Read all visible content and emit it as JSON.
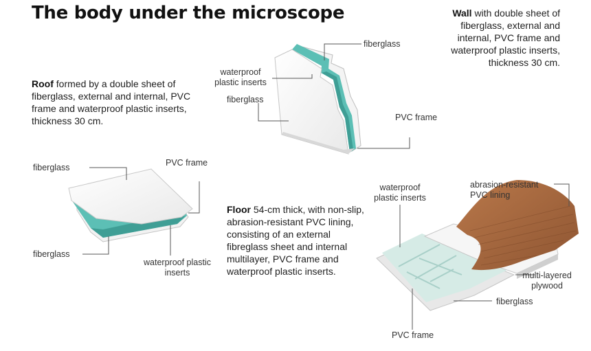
{
  "title": "The body under the microscope",
  "roof": {
    "heading": "Roof",
    "text": " formed by a double sheet of fiberglass, external and internal, PVC frame and waterproof plastic inserts, thickness 30 cm.",
    "labels": {
      "fiberglass_top": "fiberglass",
      "pvc_frame": "PVC frame",
      "fiberglass_bottom": "fiberglass",
      "waterproof_line1": "waterproof plastic",
      "waterproof_line2": "inserts"
    }
  },
  "wall": {
    "heading": "Wall",
    "text": " with double sheet of fiberglass, external and internal, PVC frame and waterproof plastic inserts, thickness 30 cm.",
    "labels": {
      "fiberglass_right": "fiberglass",
      "waterproof_line1": "waterproof",
      "waterproof_line2": "plastic inserts",
      "fiberglass_left": "fiberglass",
      "pvc_frame": "PVC frame"
    }
  },
  "floor": {
    "heading": "Floor",
    "text": " 54-cm thick, with non-slip, abrasion-resistant PVC lining, consisting of an external fibreglass sheet and internal multilayer, PVC frame and waterproof plastic inserts.",
    "labels": {
      "waterproof_line1": "waterproof",
      "waterproof_line2": "plastic inserts",
      "abrasion_line1": "abrasion-resistant",
      "abrasion_line2": "PVC lining",
      "plywood_line1": "multi-layered",
      "plywood_line2": "plywood",
      "fiberglass": "fiberglass",
      "pvc_frame": "PVC frame"
    }
  },
  "colors": {
    "teal": "#5cbfb5",
    "teal_dark": "#3f9e95",
    "wood": "#a2663e",
    "line": "#555555"
  }
}
